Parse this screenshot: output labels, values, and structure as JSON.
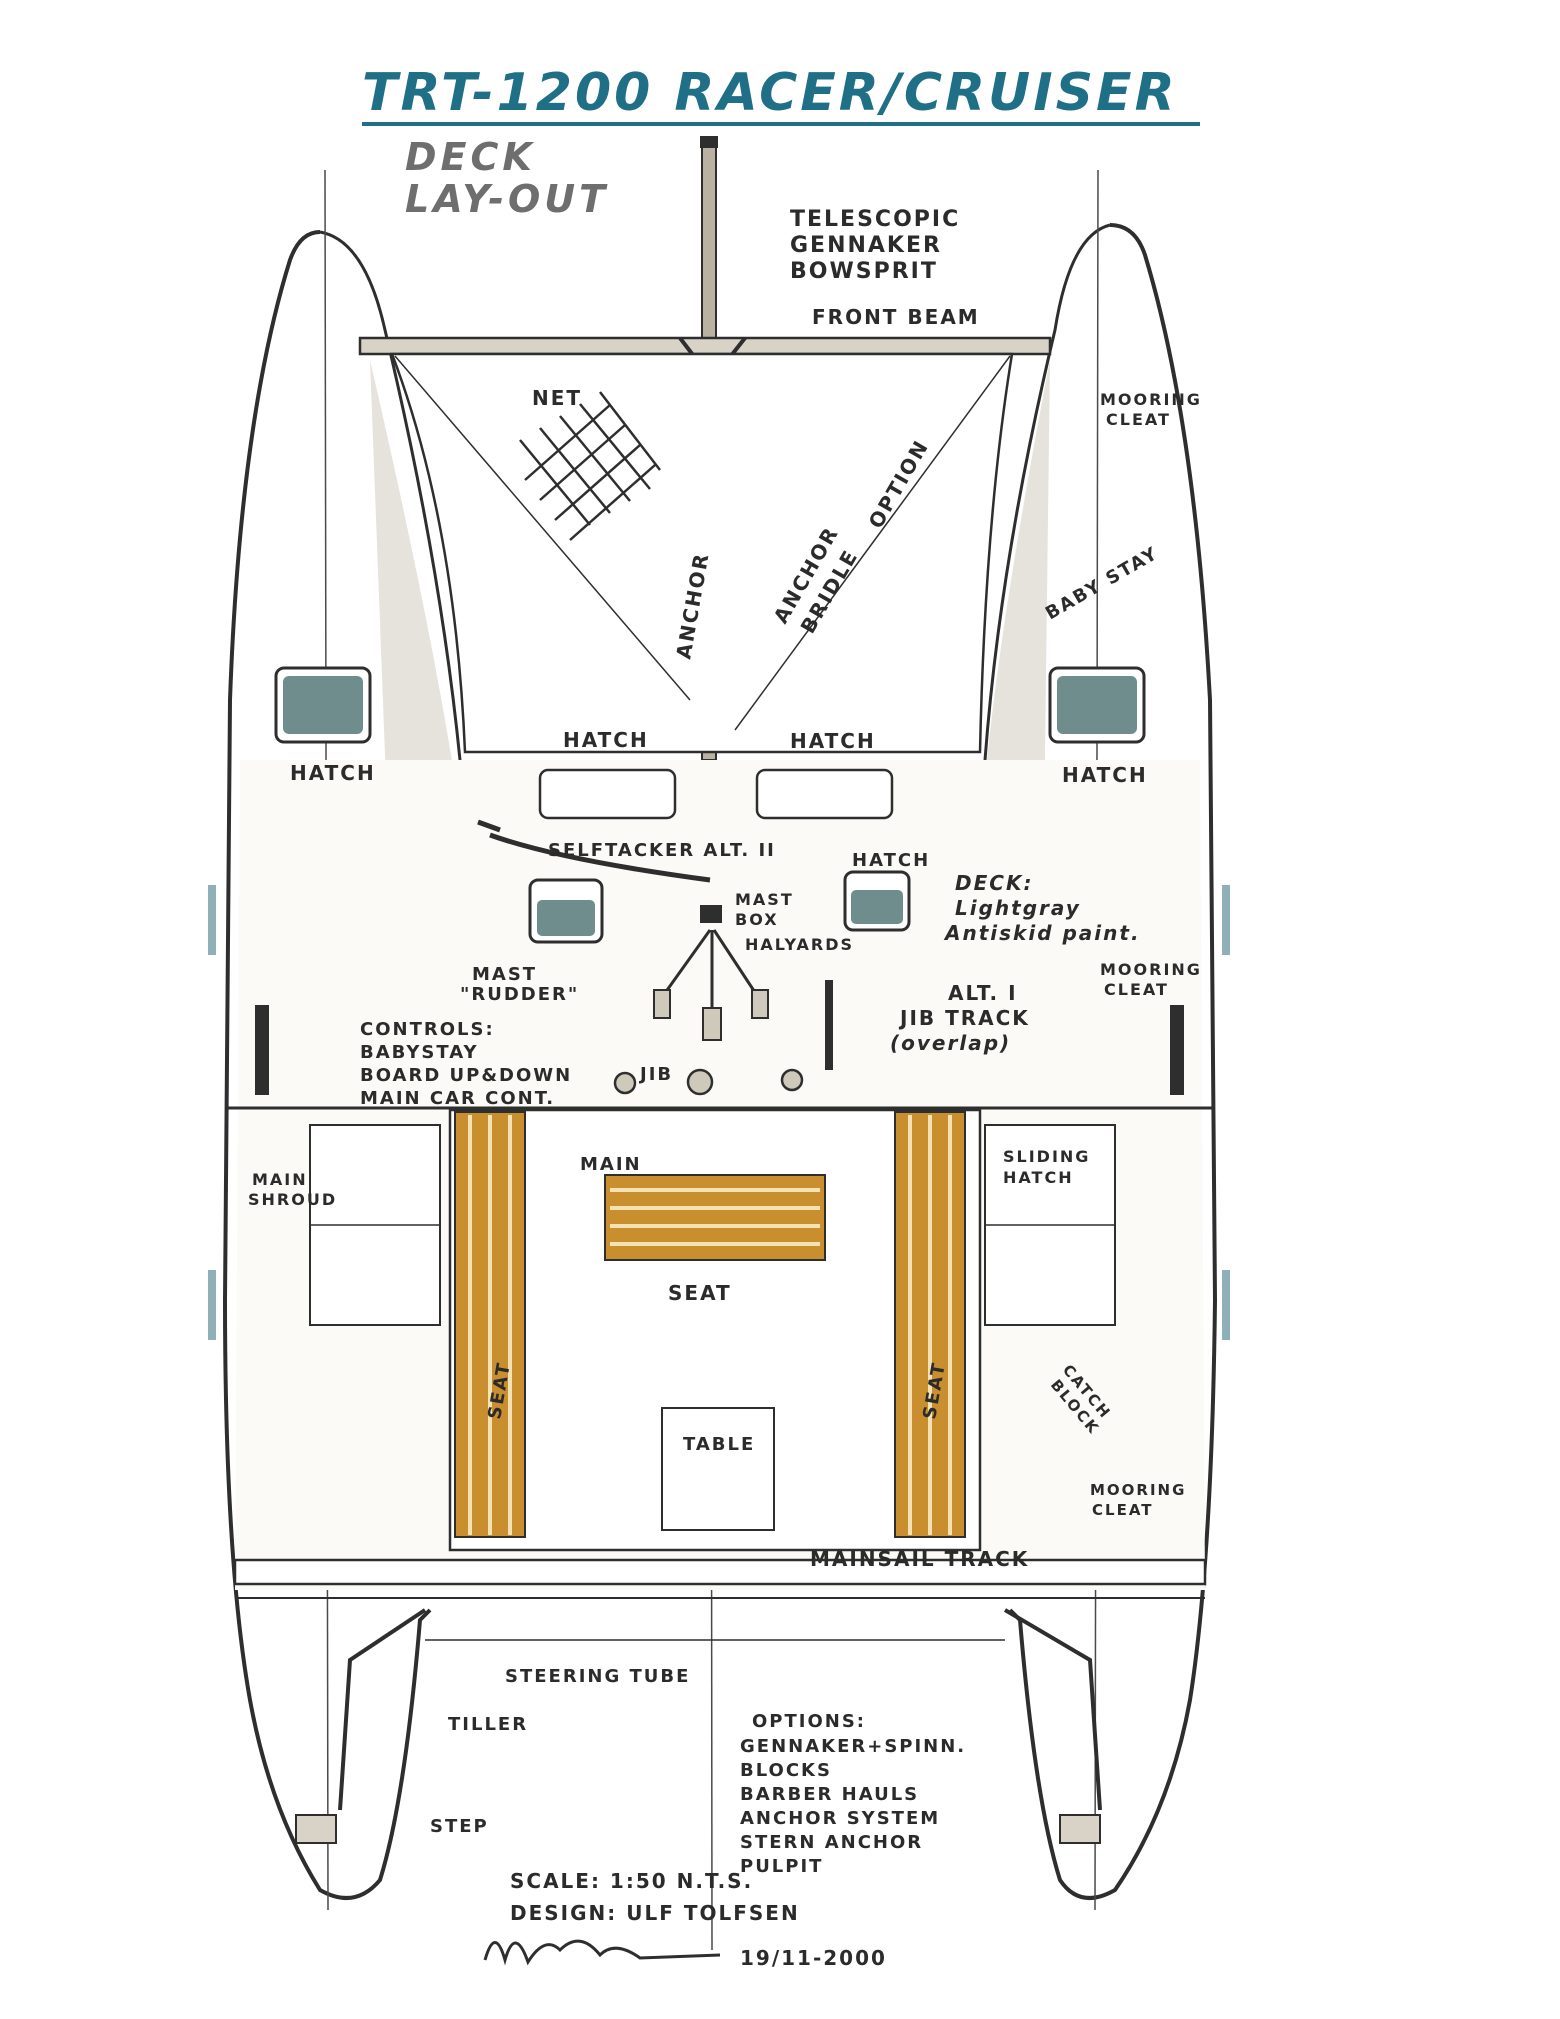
{
  "title": "TRT-1200 RACER/CRUISER",
  "subtitle_line1": "DECK",
  "subtitle_line2": "LAY-OUT",
  "colors": {
    "title": "#1f6f86",
    "hatch_glass": "#6f8d8c",
    "teak": "#c98e2d",
    "shadow": "#c9c4b8",
    "ink": "#2e2e2e"
  },
  "labels": {
    "bowsprit_1": "TELESCOPIC",
    "bowsprit_2": "GENNAKER",
    "bowsprit_3": "BOWSPRIT",
    "front_beam": "FRONT BEAM",
    "net": "NET",
    "mooring_cleat_1a": "MOORING",
    "mooring_cleat_1b": "CLEAT",
    "anchor": "ANCHOR",
    "anchor_bridle_1": "ANCHOR",
    "anchor_bridle_2": "BRIDLE",
    "anchor_bridle_3": "OPTION",
    "baby_stay": "BABY STAY",
    "hatch_left": "HATCH",
    "hatch_center_left": "HATCH",
    "hatch_center_right": "HATCH",
    "hatch_right": "HATCH",
    "hatch_mid": "HATCH",
    "selftacker": "SELFTACKER ALT. II",
    "mast_box_1": "MAST",
    "mast_box_2": "BOX",
    "halyards": "HALYARDS",
    "deck_note_1": "DECK:",
    "deck_note_2": "Lightgray",
    "deck_note_3": "Antiskid paint.",
    "mast_rudder_1": "MAST",
    "mast_rudder_2": "\"RUDDER\"",
    "controls_1": "CONTROLS:",
    "controls_2": "BABYSTAY",
    "controls_3": "BOARD UP&DOWN",
    "controls_4": "MAIN CAR CONT.",
    "jib": "JIB",
    "mooring_cleat_2a": "MOORING",
    "mooring_cleat_2b": "CLEAT",
    "jib_track_1": "ALT. I",
    "jib_track_2": "JIB TRACK",
    "jib_track_3": "(overlap)",
    "main": "MAIN",
    "main_shroud_1": "MAIN",
    "main_shroud_2": "SHROUD",
    "sliding_hatch_1": "SLIDING",
    "sliding_hatch_2": "HATCH",
    "seat_center": "SEAT",
    "seat_left": "SEAT",
    "seat_right": "SEAT",
    "table": "TABLE",
    "catch_1": "CATCH",
    "catch_2": "BLOCK",
    "mooring_cleat_3a": "MOORING",
    "mooring_cleat_3b": "CLEAT",
    "mainsail_track": "MAINSAIL TRACK",
    "steering_tube": "STEERING TUBE",
    "tiller": "TILLER",
    "step": "STEP",
    "options_1": "OPTIONS:",
    "options_2": "GENNAKER+SPINN.",
    "options_3": "BLOCKS",
    "options_4": "BARBER HAULS",
    "options_5": "ANCHOR SYSTEM",
    "options_6": "STERN ANCHOR",
    "options_7": "PULPIT",
    "scale": "SCALE: 1:50 N.T.S.",
    "design": "DESIGN: ULF TOLFSEN",
    "date": "19/11-2000"
  }
}
